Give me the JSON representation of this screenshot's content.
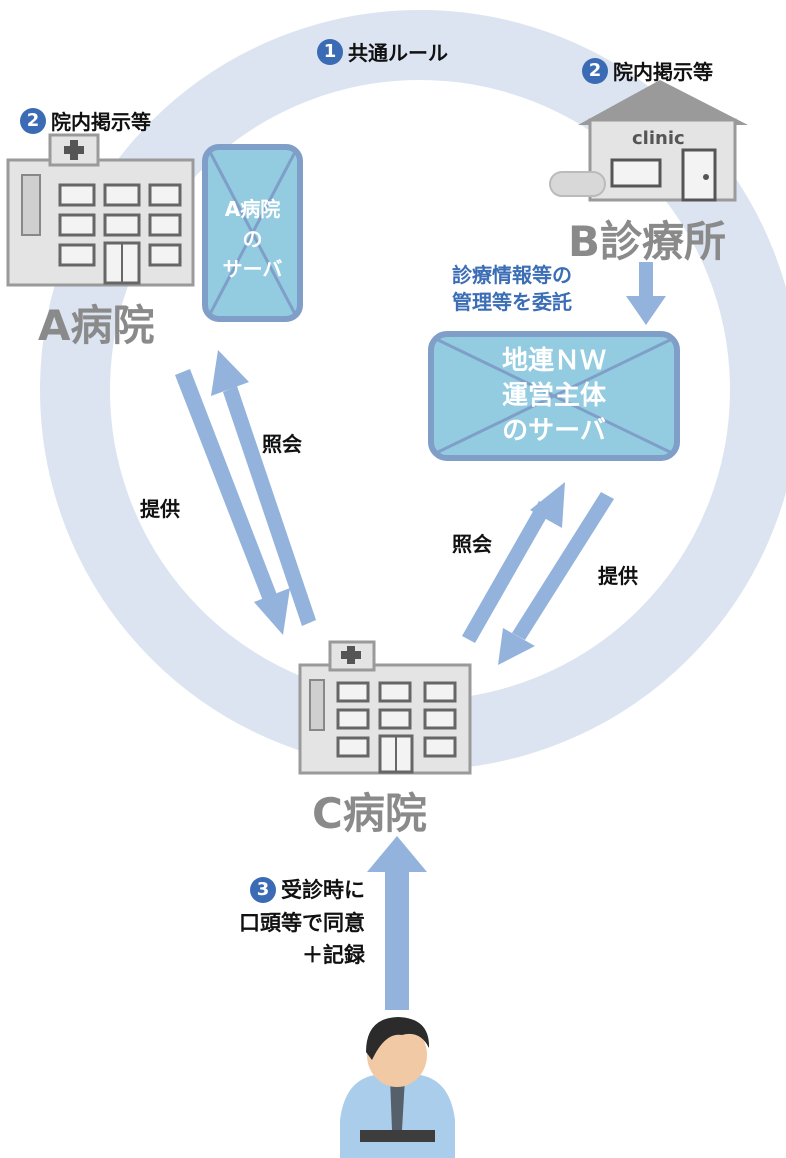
{
  "steps": {
    "rule": {
      "num": "1",
      "text": "共通ルール"
    },
    "notice_b": {
      "num": "2",
      "text": "院内掲示等"
    },
    "notice_a": {
      "num": "2",
      "text": "院内掲示等"
    },
    "consent": {
      "num": "3",
      "line1": "受診時に",
      "line2": "口頭等で同意",
      "line3": "＋記録"
    }
  },
  "places": {
    "a_hospital": "A病院",
    "b_clinic": "B診療所",
    "c_hospital": "C病院",
    "clinic_sign": "clinic"
  },
  "servers": {
    "a_server": {
      "line1": "A病院",
      "line2": "の",
      "line3": "サーバ"
    },
    "nw_server": {
      "line1": "地連ＮＷ",
      "line2": "運営主体",
      "line3": "のサーバ"
    }
  },
  "notes": {
    "consign_line1": "診療情報等の",
    "consign_line2": "管理等を委託"
  },
  "arrows": {
    "query_a": "照会",
    "provide_a": "提供",
    "query_b": "照会",
    "provide_b": "提供"
  },
  "colors": {
    "ring": "#dbe4f0",
    "arrow": "#93b3dc",
    "server_fill": "#93cbe0",
    "server_border": "#7f9fc8",
    "step_badge": "#3b6bb4"
  }
}
